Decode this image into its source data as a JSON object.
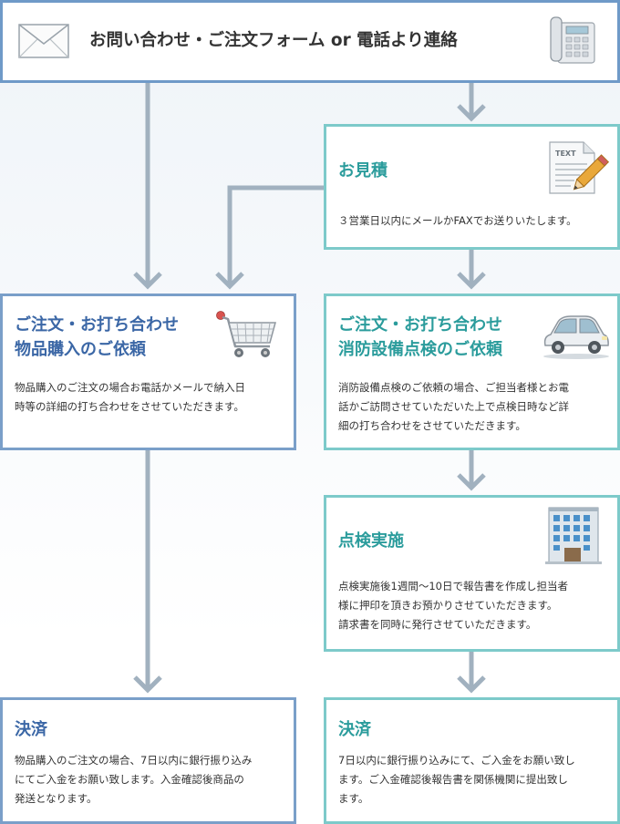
{
  "header": {
    "title": "お問い合わせ・ご注文フォーム or 電話より連絡",
    "left_icon": "envelope-icon",
    "right_icon": "telephone-icon"
  },
  "colors": {
    "blue_border": "#7a9fc9",
    "teal_border": "#7dcaca",
    "blue_title": "#3b67a6",
    "teal_title": "#2b9c9c",
    "arrow": "#a1b1bf",
    "top_border": "#6f9ac8"
  },
  "estimate": {
    "title": "お見積",
    "text": "３営業日以内にメールかFAXでお送りいたします。",
    "icon": "text-document-pencil-icon"
  },
  "order_purchase": {
    "title": "ご注文・お打ち合わせ\n物品購入のご依頼",
    "text": "物品購入のご注文の場合お電話かメールで納入日\n時等の詳細の打ち合わせをさせていただきます。",
    "icon": "shopping-cart-icon"
  },
  "order_inspection": {
    "title": "ご注文・お打ち合わせ\n消防設備点検のご依頼",
    "text": "消防設備点検のご依頼の場合、ご担当者様とお電\n話かご訪問させていただいた上で点検日時など詳\n細の打ち合わせをさせていただきます。",
    "icon": "car-icon"
  },
  "inspection": {
    "title": "点検実施",
    "text": "点検実施後1週間～10日で報告書を作成し担当者\n様に押印を頂きお預かりさせていただきます。\n請求書を同時に発行させていただきます。",
    "icon": "building-icon"
  },
  "payment_left": {
    "title": "決済",
    "text": "物品購入のご注文の場合、7日以内に銀行振り込み\nにてご入金をお願い致します。入金確認後商品の\n発送となります。"
  },
  "payment_right": {
    "title": "決済",
    "text": "7日以内に銀行振り込みにて、ご入金をお願い致し\nます。ご入金確認後報告書を関係機関に提出致し\nます。"
  }
}
